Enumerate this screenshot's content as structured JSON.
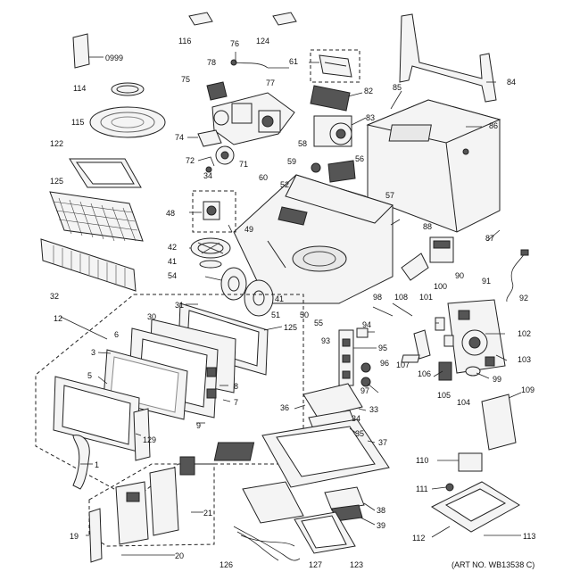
{
  "labels": {
    "l116": "116",
    "l124": "124",
    "l0999": "0999",
    "l114": "114",
    "l115": "115",
    "l76": "76",
    "l78": "78",
    "l75": "75",
    "l77": "77",
    "l61": "61",
    "l82": "82",
    "l85": "85",
    "l84": "84",
    "l83": "83",
    "l86": "86",
    "l74": "74",
    "l72": "72",
    "l71": "71",
    "l34": "34",
    "l58": "58",
    "l59": "59",
    "l56": "56",
    "l52": "52",
    "l60": "60",
    "l57": "57",
    "l122": "122",
    "l125": "125",
    "l48": "48",
    "l49": "49",
    "l88": "88",
    "l87": "87",
    "l42": "42",
    "l41a": "41",
    "l54": "54",
    "l90": "90",
    "l91": "91",
    "l32": "32",
    "l92": "92",
    "l41b": "41",
    "l51": "51",
    "l50": "50",
    "l55": "55",
    "l98": "98",
    "l108": "108",
    "l101": "101",
    "l100": "100",
    "l102": "102",
    "l12": "12",
    "l31": "31",
    "l30": "30",
    "l125b": "125",
    "l6": "6",
    "l93": "93",
    "l94": "94",
    "l95": "95",
    "l103": "103",
    "l3": "3",
    "l5": "5",
    "l8": "8",
    "l7": "7",
    "l9": "9",
    "l129": "129",
    "l96": "96",
    "l97": "97",
    "l107": "107",
    "l106": "106",
    "l99": "99",
    "l105": "105",
    "l104": "104",
    "l109": "109",
    "l36": "36",
    "l33": "33",
    "l34b": "34",
    "l35": "35",
    "l37": "37",
    "l1": "1",
    "l110": "110",
    "l21": "21",
    "l111": "111",
    "l38": "38",
    "l39": "39",
    "l19": "19",
    "l20": "20",
    "l112": "112",
    "l113": "113",
    "l126": "126",
    "l127": "127",
    "l123": "123"
  },
  "art_no": "(ART NO. WB13538 C)"
}
